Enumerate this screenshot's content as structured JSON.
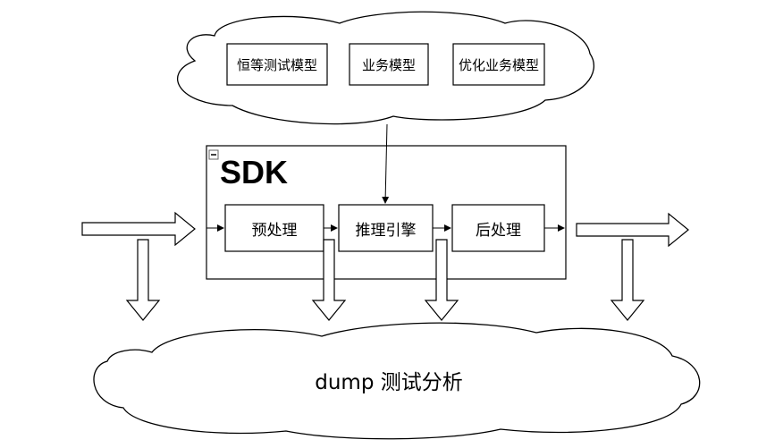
{
  "models": [
    "恒等测试模型",
    "业务模型",
    "优化业务模型"
  ],
  "sdk": {
    "title": "SDK",
    "stages": [
      "预处理",
      "推理引擎",
      "后处理"
    ]
  },
  "dump": {
    "label": "dump 测试分析"
  }
}
